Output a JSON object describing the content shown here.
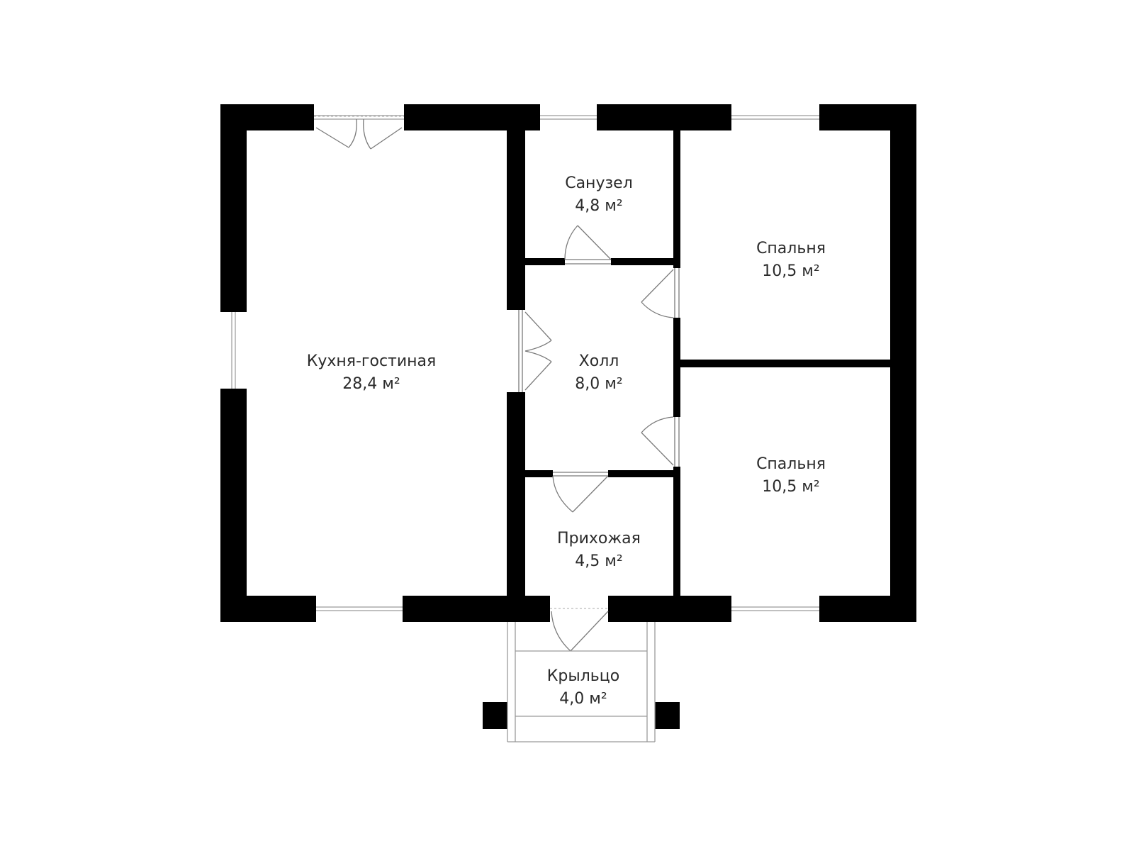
{
  "rooms": [
    {
      "id": "kitchen",
      "name": "Кухня-гостиная",
      "area": "28,4 м²"
    },
    {
      "id": "bathroom",
      "name": "Санузел",
      "area": "4,8 м²"
    },
    {
      "id": "hall",
      "name": "Холл",
      "area": "8,0 м²"
    },
    {
      "id": "entry",
      "name": "Прихожая",
      "area": "4,5 м²"
    },
    {
      "id": "bedroom1",
      "name": "Спальня",
      "area": "10,5 м²"
    },
    {
      "id": "bedroom2",
      "name": "Спальня",
      "area": "10,5 м²"
    },
    {
      "id": "porch",
      "name": "Крыльцо",
      "area": "4,0 м²"
    }
  ]
}
